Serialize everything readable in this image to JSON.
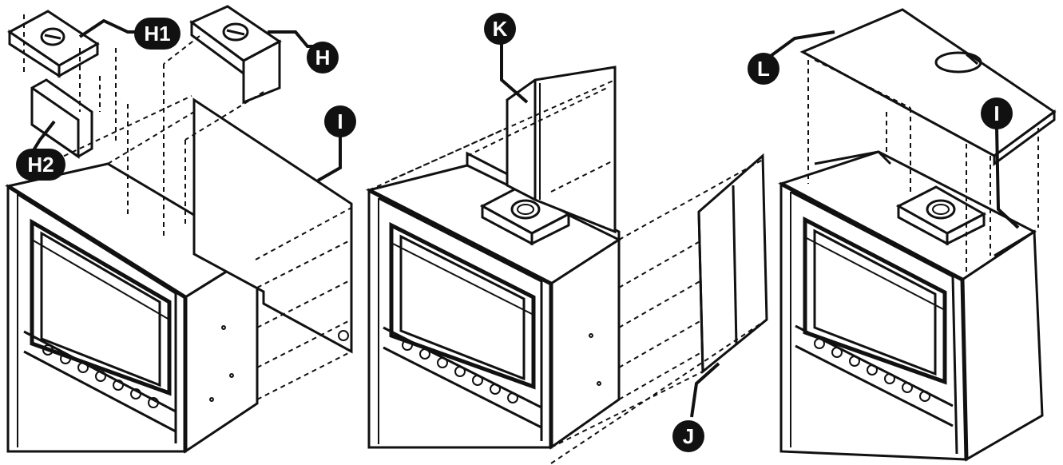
{
  "diagram": {
    "labels": {
      "h1": "H1",
      "h": "H",
      "h2": "H2",
      "i_left": "I",
      "k": "K",
      "j": "J",
      "l": "L",
      "i_right": "I"
    }
  }
}
